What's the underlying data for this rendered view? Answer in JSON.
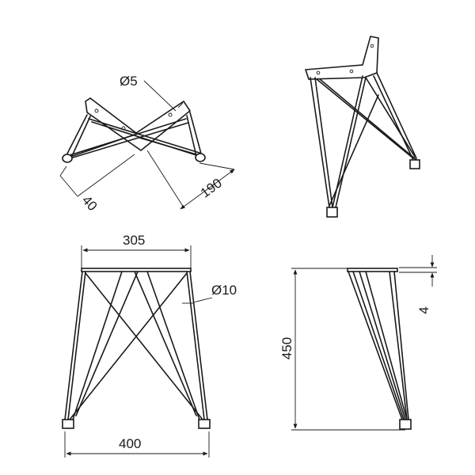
{
  "dimensions": {
    "top_diameter": "Ø5",
    "depth_190": "190",
    "height_40": "40",
    "top_width": "305",
    "rod_diameter": "Ø10",
    "base_width": "400",
    "total_height": "450",
    "plate_thickness": "4"
  }
}
